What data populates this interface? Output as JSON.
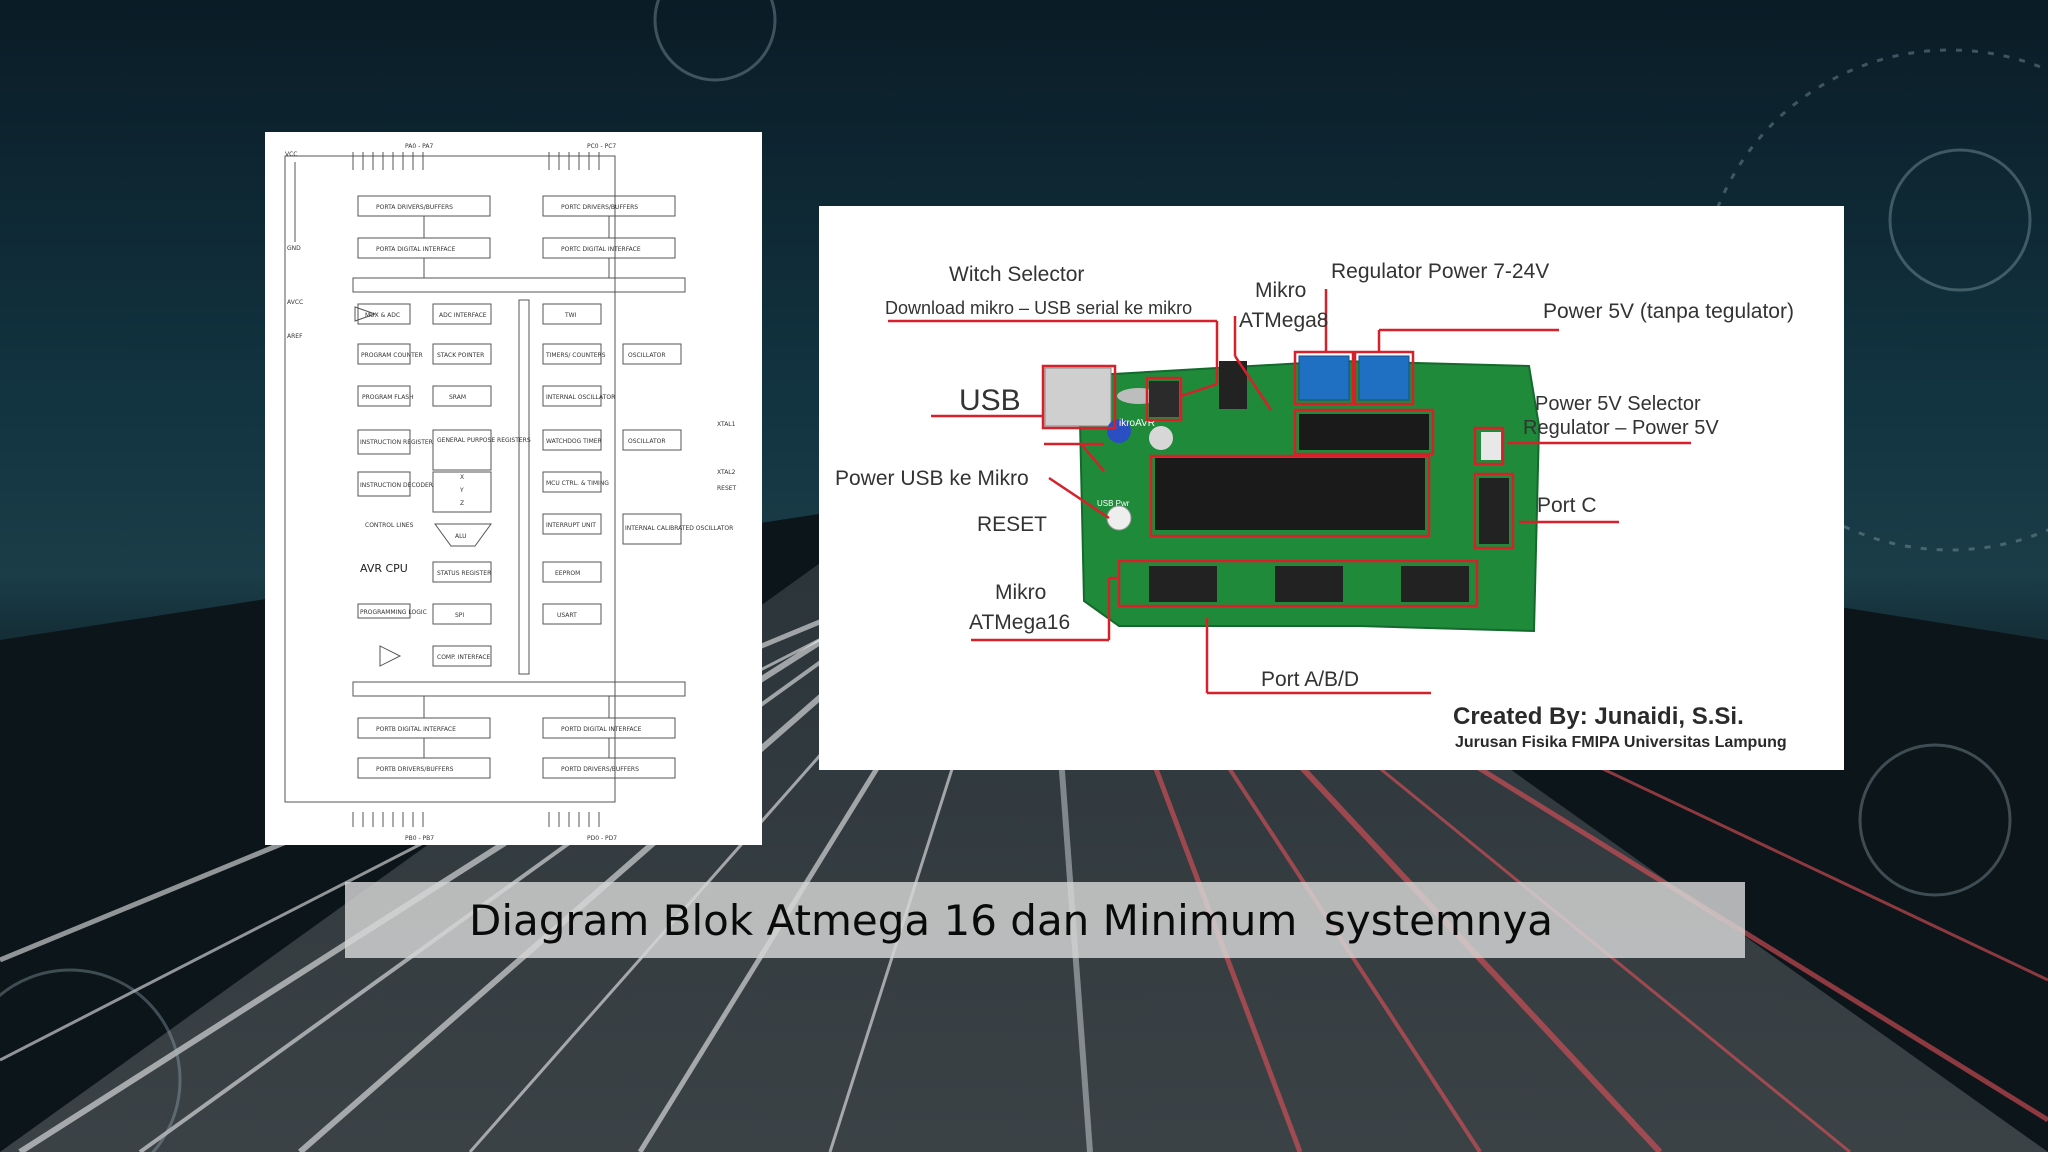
{
  "slide": {
    "caption": "Diagram Blok Atmega 16 dan Minimum  systemnya"
  },
  "block_diagram": {
    "top_ports": [
      "PA0 - PA7",
      "PC0 - PC7"
    ],
    "bottom_ports": [
      "PB0 - PB7",
      "PD0 - PD7"
    ],
    "pins": [
      "VCC",
      "GND",
      "AVCC",
      "AREF",
      "XTAL1",
      "XTAL2",
      "RESET"
    ],
    "blocks": [
      "PORTA DRIVERS/BUFFERS",
      "PORTC DRIVERS/BUFFERS",
      "PORTA DIGITAL INTERFACE",
      "PORTC DIGITAL INTERFACE",
      "MUX & ADC",
      "ADC INTERFACE",
      "TWI",
      "PROGRAM COUNTER",
      "STACK POINTER",
      "TIMERS/ COUNTERS",
      "OSCILLATOR",
      "PROGRAM FLASH",
      "SRAM",
      "INTERNAL OSCILLATOR",
      "INSTRUCTION REGISTER",
      "GENERAL PURPOSE REGISTERS",
      "WATCHDOG TIMER",
      "OSCILLATOR",
      "INSTRUCTION DECODER",
      "X",
      "Y",
      "Z",
      "MCU CTRL. & TIMING",
      "CONTROL LINES",
      "ALU",
      "INTERRUPT UNIT",
      "INTERNAL CALIBRATED OSCILLATOR",
      "AVR CPU",
      "STATUS REGISTER",
      "EEPROM",
      "PROGRAMMING LOGIC",
      "SPI",
      "USART",
      "COMP. INTERFACE",
      "PORTB DIGITAL INTERFACE",
      "PORTD DIGITAL INTERFACE",
      "PORTB DRIVERS/BUFFERS",
      "PORTD DRIVERS/BUFFERS"
    ]
  },
  "board": {
    "labels": {
      "witch_selector": "Witch Selector",
      "download_mikro": "Download mikro – USB serial ke mikro",
      "mikro_atmega8": [
        "Mikro",
        "ATMega8"
      ],
      "regulator_power": "Regulator Power 7-24V",
      "power_5v": "Power 5V (tanpa tegulator)",
      "usb": "USB",
      "power_5v_selector": [
        "Power 5V Selector",
        "Regulator – Power 5V"
      ],
      "power_usb": "Power USB ke Mikro",
      "reset": "RESET",
      "port_c": "Port C",
      "mikro_atmega16": [
        "Mikro",
        "ATMega16"
      ],
      "port_abd": "Port A/B/D"
    },
    "credit": {
      "name": "Created By: Junaidi, S.Si.",
      "affiliation": "Jurusan Fisika FMIPA Universitas Lampung"
    },
    "silkscreen": [
      "ikroAVR",
      "USB Pwr"
    ]
  },
  "colors": {
    "annotation_red": "#d8202a",
    "pcb_green": "#1e8a3a",
    "chip_black": "#1a1a1a",
    "terminal_blue": "#1f6fc2"
  }
}
